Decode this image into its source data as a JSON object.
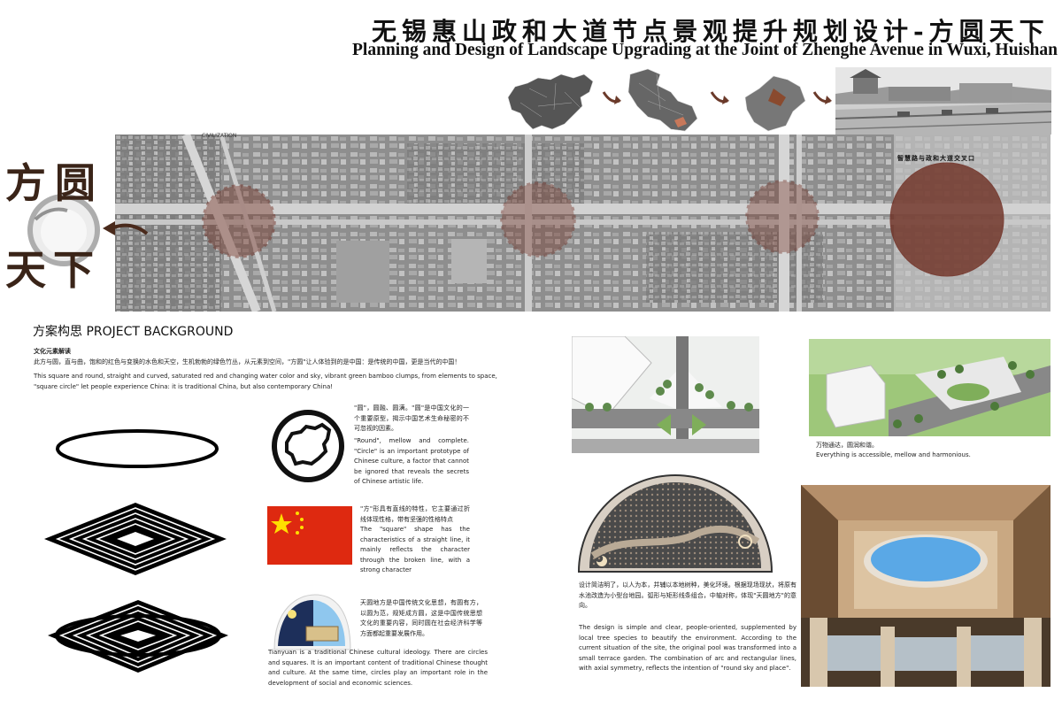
{
  "header": {
    "title_cn": "无锡惠山政和大道节点景观提升规划设计-方圆天下",
    "title_en": "Planning and Design of Landscape Upgrading at the Joint of Zhenghe Avenue in Wuxi, Huishan"
  },
  "strip": {
    "label_top": "CIVILIZATION",
    "corner_label": "智慧路与政和大道交叉口"
  },
  "logo": {
    "chars": [
      "方",
      "圆",
      "天",
      "下"
    ]
  },
  "background": {
    "section_title": "方案构思 PROJECT BACKGROUND",
    "subtitle": "文化元素解读",
    "intro_cn": "此方与圆，直与曲，饱和的红色与变换的水色和天空，生机勃勃的绿色竹丛，从元素到空间，\"方圆\"让人体验到的是中国：是传统的中国，更是当代的中国！",
    "intro_en_1": "This square and round, straight and curved, saturated red and changing water color and sky, vibrant green bamboo clumps, from elements to space,",
    "intro_en_2": "\"square circle\" let people experience China: it is traditional China, but also contemporary China!"
  },
  "round_block": {
    "cn": "\"圆\"，圆融、圆满。\"圆\"是中国文化的一个重要原型，揭示中国艺术生命秘密的不可忽视的因素。",
    "en": "\"Round\", mellow and complete. \"Circle\" is an important prototype of Chinese culture, a factor that cannot be ignored that reveals the secrets of Chinese artistic life."
  },
  "square_block": {
    "cn": "\"方\"形具有直线的特性，它主要通过折线体现性格，带有坚强的性格特点",
    "en": "The \"square\" shape has the characteristics of a straight line, it mainly reflects the character through the broken line, with a strong character"
  },
  "tianyuan_block": {
    "cn": "天圆地方是中国传统文化思想，有圆有方，以圆为范，规矩成方圆，这是中国传统思想文化的重要内容，同时圆在社会经济科学等方面都起重要发展作用。",
    "en": "Tianyuan is a traditional Chinese cultural ideology. There are circles and squares. It is an important content of traditional Chinese thought and culture. At the same time, circles play an important role in the development of social and economic sciences."
  },
  "render_caption": {
    "cn": "万物通达，圆润和谐。",
    "en": "Everything is accessible, mellow and harmonious."
  },
  "design_text": {
    "cn": "设计简洁明了，以人为本，并辅以本地树种，美化环境。根据现场现状，将原有水池改造为小型台地园。弧形与矩形线条组合，中轴对称，体现\"天圆地方\"的意向。",
    "en": "The design is simple and clear, people-oriented, supplemented by local tree species to beautify the environment. According to the current situation of the site, the original pool was transformed into a small terrace garden. The combination of arc and rectangular lines, with axial symmetry, reflects the intention of \"round sky and place\"."
  },
  "colors": {
    "node_fill": "#7a3b2e",
    "node_dots": "#6b2418",
    "flag_red": "#de2910",
    "flag_star": "#ffde00",
    "sky_blue": "#8fc7ee"
  }
}
